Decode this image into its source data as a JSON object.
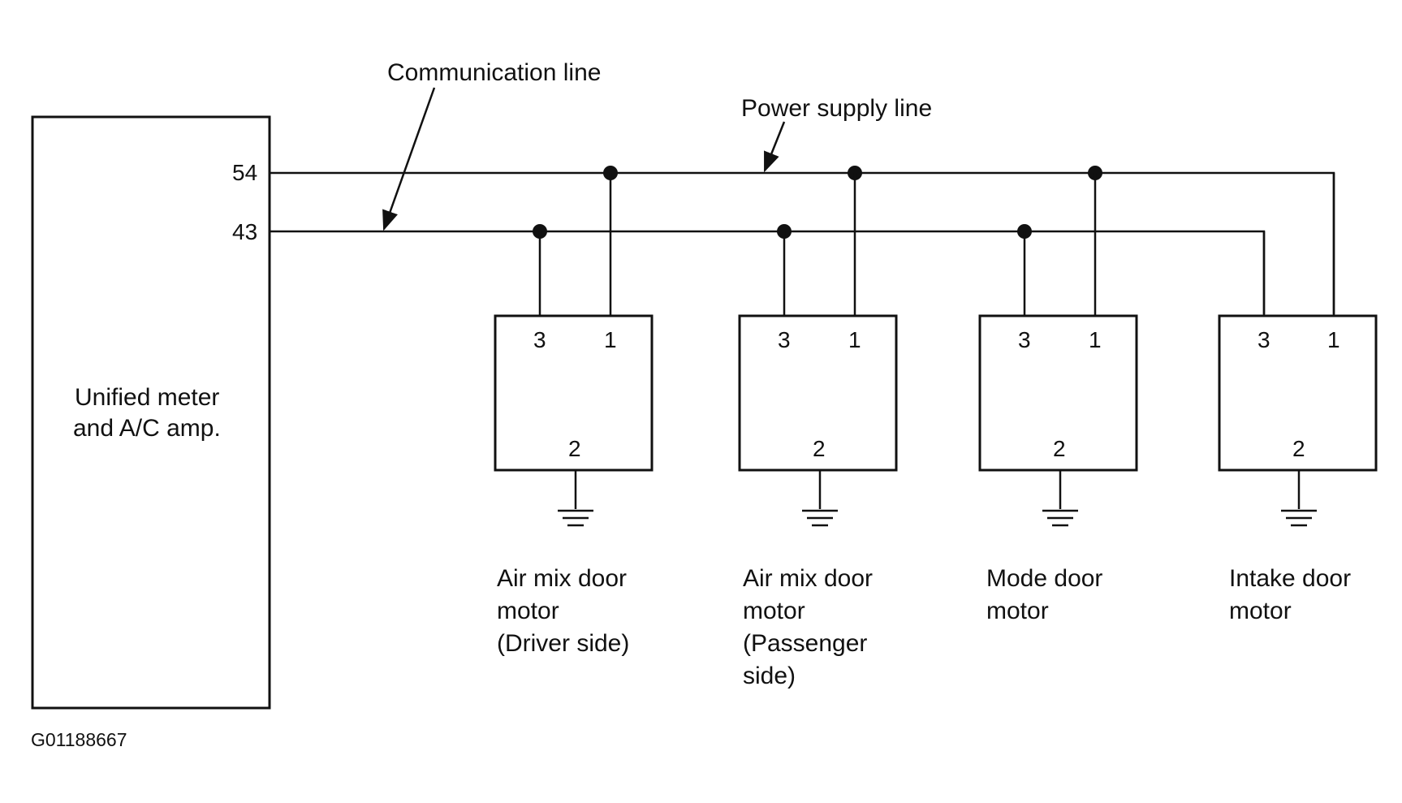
{
  "amp": {
    "label_line1": "Unified meter",
    "label_line2": "and A/C amp.",
    "pin_power": "54",
    "pin_comm": "43"
  },
  "callouts": {
    "communication": "Communication line",
    "power": "Power supply line"
  },
  "motor_pins": {
    "comm": "3",
    "power": "1",
    "ground": "2"
  },
  "motors": [
    {
      "lines": [
        "Air mix door",
        "motor",
        "(Driver side)"
      ]
    },
    {
      "lines": [
        "Air mix door",
        "motor",
        "(Passenger",
        "side)"
      ]
    },
    {
      "lines": [
        "Mode door",
        "motor"
      ]
    },
    {
      "lines": [
        "Intake door",
        "motor"
      ]
    }
  ],
  "figure_id": "G01188667"
}
